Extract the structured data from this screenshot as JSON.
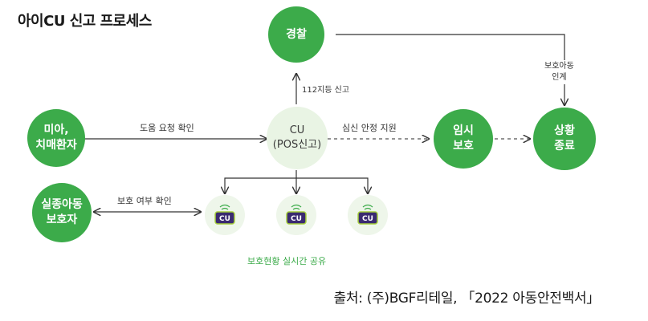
{
  "title": "아이CU 신고 프로세스",
  "nodes": {
    "police": [
      "경찰"
    ],
    "missing": [
      "미아,",
      "치매환자"
    ],
    "cu": [
      "CU",
      "(POS신고)"
    ],
    "temp": [
      "임시",
      "보호"
    ],
    "end": [
      "상황",
      "종료"
    ],
    "guardian": [
      "실종아동",
      "보호자"
    ]
  },
  "edges": {
    "help": "도움 요청 확인",
    "report112": "112지등 신고",
    "psych": "심신 안정 지원",
    "handover": [
      "보호아동",
      "인계"
    ],
    "confirm": "보호 여부 확인"
  },
  "store_logo": "CU",
  "share_caption": "보호현황 실시간 공유",
  "source": "출처: (주)BGF리테일, 「2022 아동안전백서」",
  "colors": {
    "green": "#3cab4a",
    "pale": "#e9f4e4",
    "line": "#333333"
  }
}
